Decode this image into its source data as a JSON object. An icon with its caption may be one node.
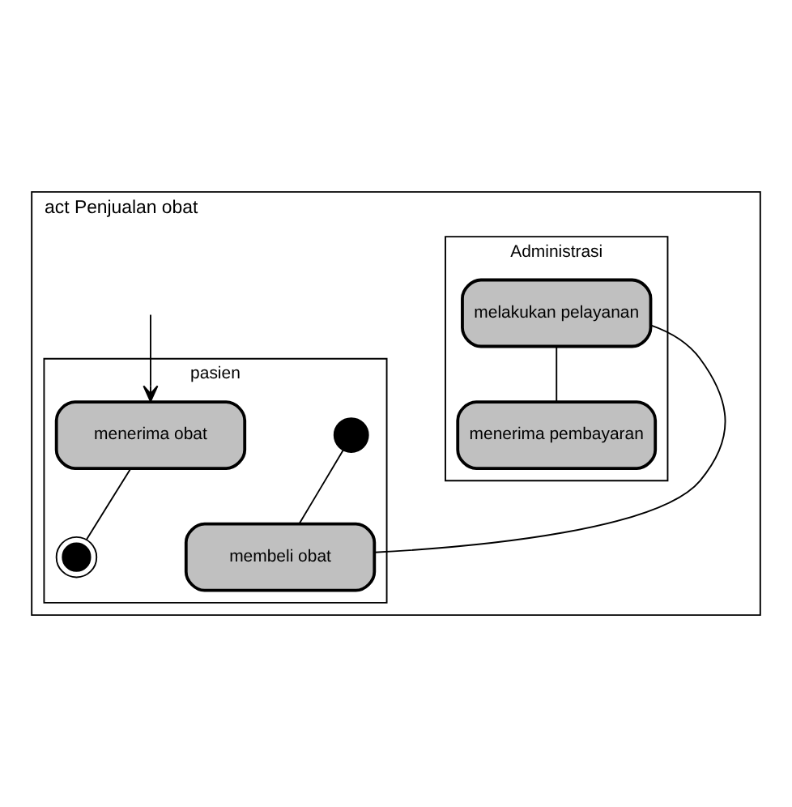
{
  "diagram": {
    "nodes": [
      {
        "text": [
          "act Penjualan obat"
        ]
      },
      {
        "text": [
          "pasien"
        ],
        "in": 0
      },
      {
        "text": [
          "Administrasi"
        ],
        "in": 0
      },
      {
        "text": [],
        "shape": "circle",
        "in": 1
      },
      {
        "text": [
          "membeli obat"
        ],
        "in": 1
      },
      {
        "text": [
          "menerima obat"
        ],
        "in": 1
      },
      {
        "text": [],
        "shape": "circle",
        "in": 1
      },
      {
        "text": [
          "melakukan pelayanan"
        ],
        "in": 2
      },
      {
        "text": [
          "menerima pembayaran"
        ],
        "in": 2
      }
    ],
    "edges": [
      {
        "from": 3,
        "to": 4,
        "arrow": "none"
      },
      {
        "from": 4,
        "to": 7,
        "arrow": "none"
      },
      {
        "from": 7,
        "to": 8,
        "arrow": "none"
      },
      {
        "from": null,
        "to": 5,
        "arrow": "to"
      },
      {
        "from": 5,
        "to": 6,
        "arrow": "none"
      }
    ]
  }
}
